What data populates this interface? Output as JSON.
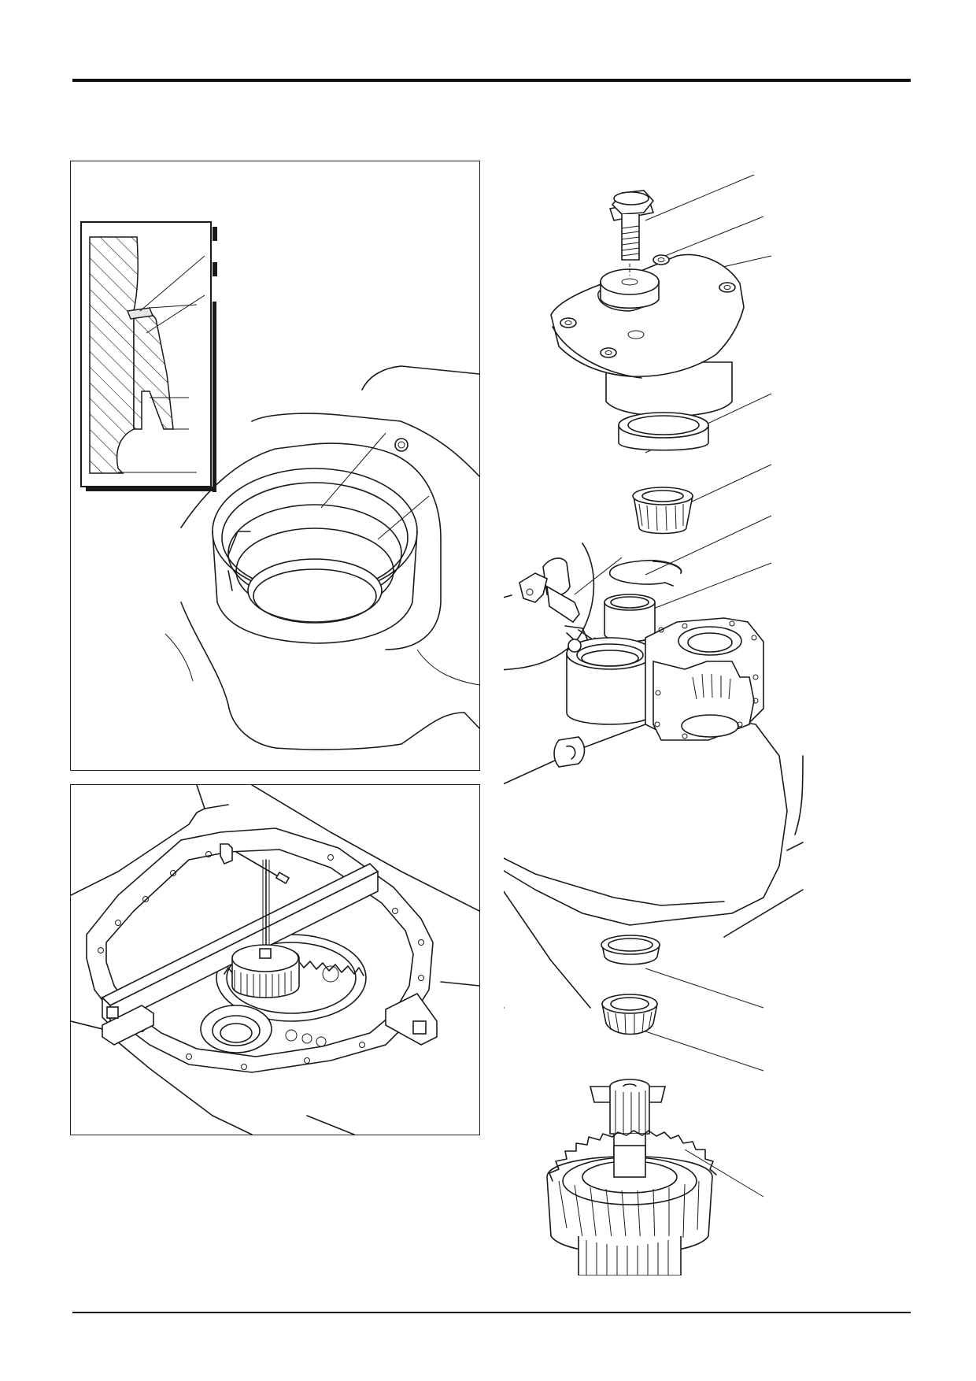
{
  "page": {
    "header_rule": true,
    "footer_rule": true
  },
  "figures": [
    {
      "id": "bearing-cup-section-detail",
      "labels": []
    },
    {
      "id": "gear-puller-on-housing",
      "labels": []
    },
    {
      "id": "exploded-output-shaft-assembly",
      "labels": []
    }
  ],
  "colors": {
    "line": "#1a1a1a",
    "background": "#ffffff",
    "shade": "#e6e6e6"
  }
}
